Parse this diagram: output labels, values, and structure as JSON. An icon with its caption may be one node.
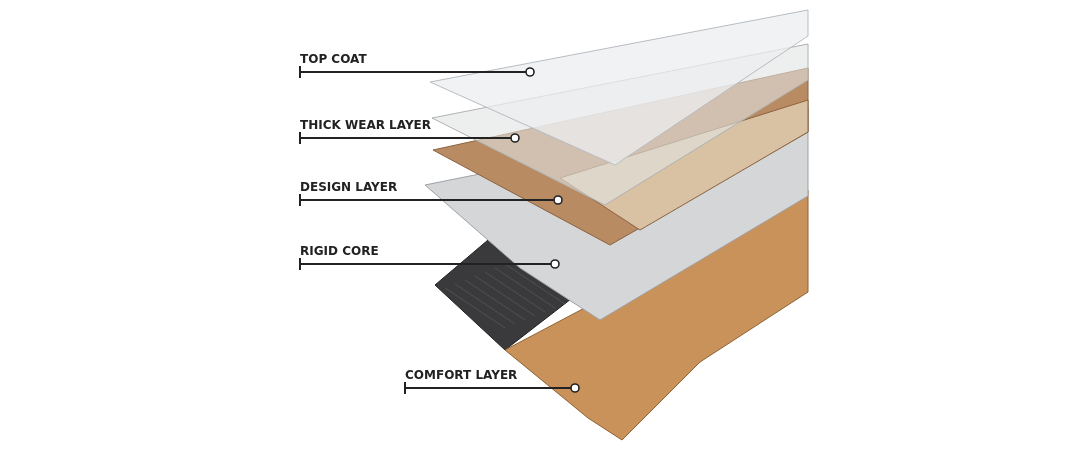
{
  "diagram": {
    "nodes": [
      {
        "text": [
          "TOP COAT"
        ]
      },
      {
        "text": [
          "THICK WEAR LAYER"
        ]
      },
      {
        "text": [
          "DESIGN LAYER"
        ]
      },
      {
        "text": [
          "RIGID CORE"
        ]
      },
      {
        "text": [
          "COMFORT LAYER"
        ]
      },
      {
        "text": [],
        "shape": "picture"
      },
      {
        "text": [],
        "shape": "picture"
      },
      {
        "text": [],
        "shape": "picture"
      },
      {
        "text": [],
        "shape": "picture"
      },
      {
        "text": [],
        "shape": "picture"
      }
    ],
    "edges": [
      {
        "from": 0,
        "to": 5,
        "arrow": "other"
      },
      {
        "from": 1,
        "to": 6,
        "arrow": "other"
      },
      {
        "from": 2,
        "to": 7,
        "arrow": "other"
      },
      {
        "from": 3,
        "to": 8,
        "arrow": "other"
      },
      {
        "from": 4,
        "to": 9,
        "arrow": "other"
      }
    ]
  }
}
